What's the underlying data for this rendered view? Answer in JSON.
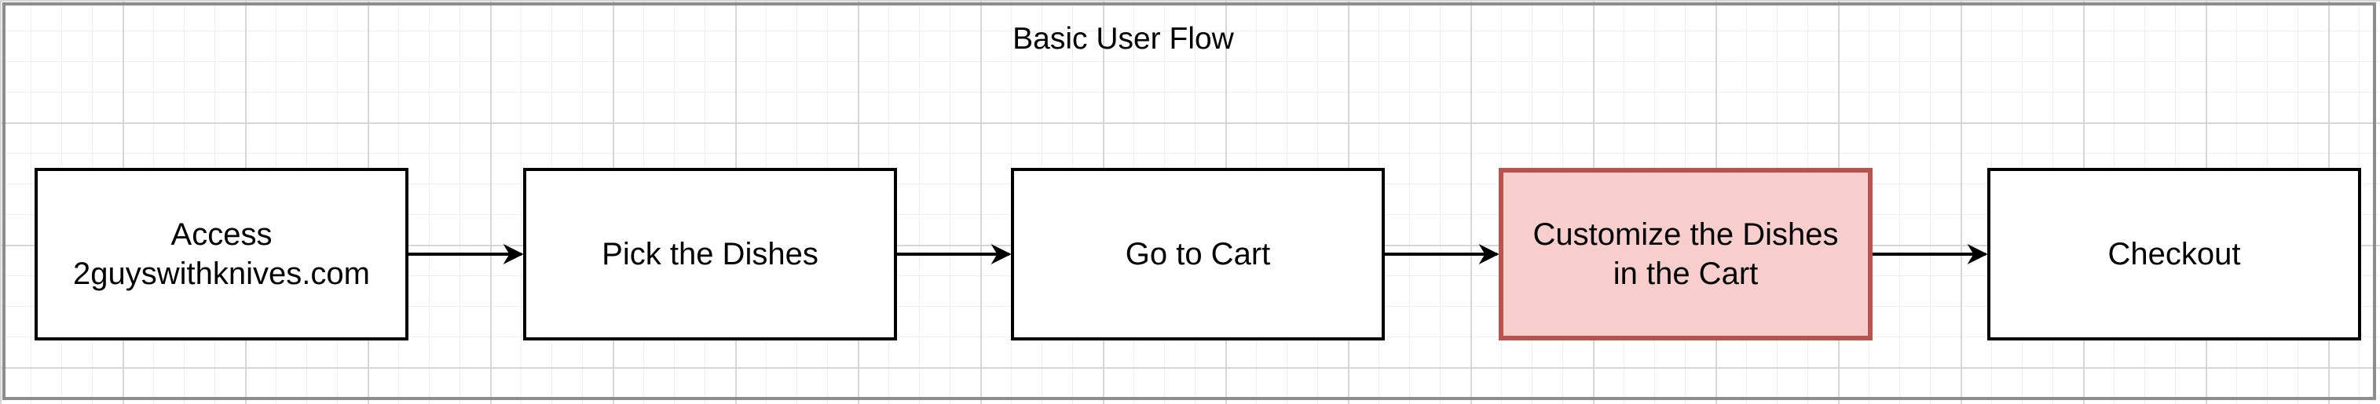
{
  "diagram": {
    "title": "Basic User Flow",
    "nodes": [
      {
        "label": "Access\n2guyswithknives.com"
      },
      {
        "label": "Pick the Dishes"
      },
      {
        "label": "Go to Cart"
      },
      {
        "label": "Customize the Dishes\nin the Cart",
        "highlighted": true
      },
      {
        "label": "Checkout"
      }
    ],
    "edges": [
      {
        "from": 0,
        "to": 1
      },
      {
        "from": 1,
        "to": 2
      },
      {
        "from": 2,
        "to": 3
      },
      {
        "from": 3,
        "to": 4
      }
    ],
    "colors": {
      "node_fill": "#ffffff",
      "node_stroke": "#000000",
      "highlight_fill": "#f8cecc",
      "highlight_stroke": "#b85450",
      "edge": "#000000",
      "frame": "#8c8c8c"
    }
  }
}
